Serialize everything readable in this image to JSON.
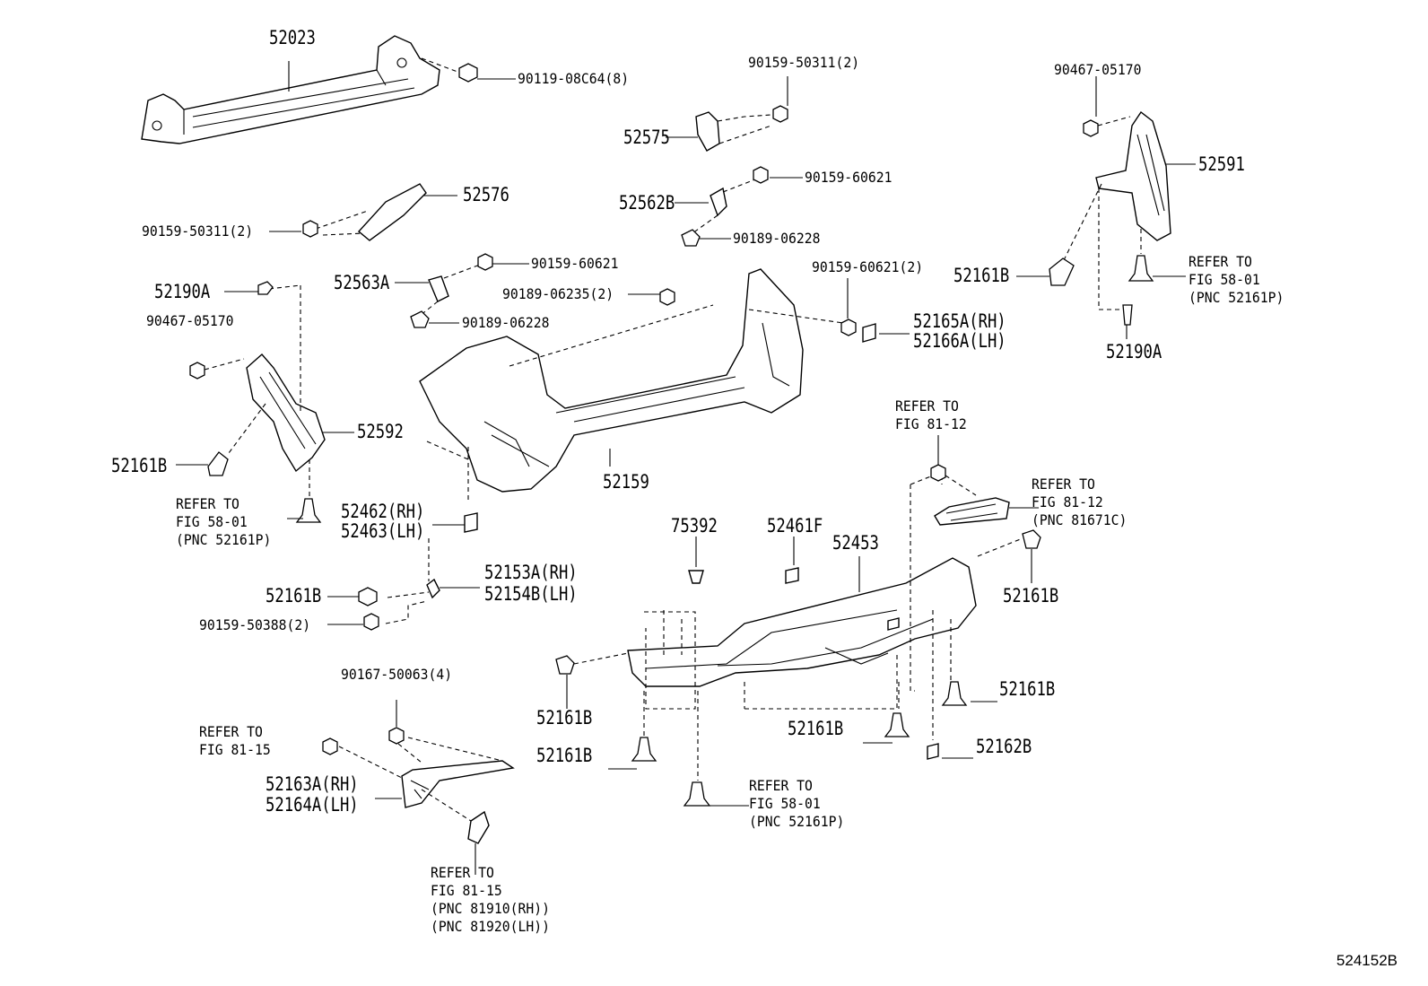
{
  "diagram_code": "524152B",
  "parts": {
    "p52023": "52023",
    "p90119": "90119-08C64(8)",
    "p90159_50311_top": "90159-50311(2)",
    "p52575": "52575",
    "p90467_right": "90467-05170",
    "p52591": "52591",
    "p52576": "52576",
    "p90159_50311_left": "90159-50311(2)",
    "p52562B": "52562B",
    "p90159_60621_a": "90159-60621",
    "p90189_06228_a": "90189-06228",
    "p52190A_left": "52190A",
    "p52563A": "52563A",
    "p90159_60621_b": "90159-60621",
    "p90189_06235": "90189-06235(2)",
    "p90189_06228_b": "90189-06228",
    "p90159_60621_c": "90159-60621(2)",
    "p52161B_r1": "52161B",
    "p52165A": "52165A(RH)",
    "p52166A": "52166A(LH)",
    "p90467_left": "90467-05170",
    "p52190A_right": "52190A",
    "p52592": "52592",
    "p52161B_l1": "52161B",
    "p52159": "52159",
    "p52462": "52462(RH)",
    "p52463": "52463(LH)",
    "p75392": "75392",
    "p52461F": "52461F",
    "p52453": "52453",
    "p52153A": "52153A(RH)",
    "p52154B": "52154B(LH)",
    "p52161B_l2": "52161B",
    "p90159_50388": "90159-50388(2)",
    "p52161B_r2": "52161B",
    "p90167": "90167-50063(4)",
    "p52161B_r3": "52161B",
    "p52161B_c1": "52161B",
    "p52161B_c2": "52161B",
    "p52161B_c3": "52161B",
    "p52162B": "52162B",
    "p52163A": "52163A(RH)",
    "p52164A": "52164A(LH)"
  },
  "refs": {
    "ref_58_01_right": "REFER TO\nFIG 58-01\n(PNC 52161P)",
    "ref_58_01_left": "REFER TO\nFIG 58-01\n(PNC 52161P)",
    "ref_81_12_a": "REFER TO\nFIG 81-12",
    "ref_81_12_b": "REFER TO\nFIG 81-12\n(PNC 81671C)",
    "ref_81_15_a": "REFER TO\nFIG 81-15",
    "ref_58_01_bottom": "REFER TO\nFIG 58-01\n(PNC 52161P)",
    "ref_81_15_b": "REFER TO\nFIG 81-15\n(PNC 81910(RH))\n(PNC 81920(LH))"
  }
}
